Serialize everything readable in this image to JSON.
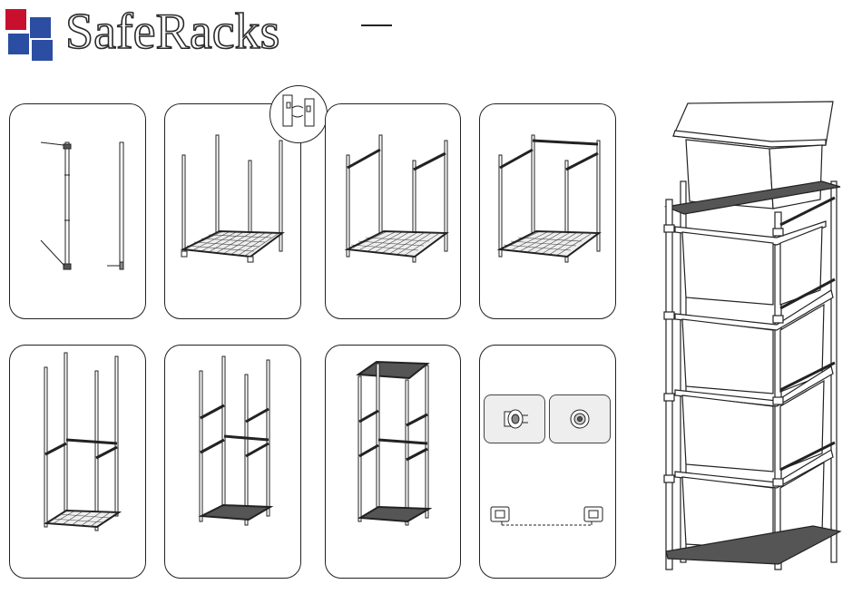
{
  "header": {
    "brand_name": "SafeRacks",
    "logo_colors": {
      "red": "#c8102e",
      "blue": "#2b4ea2"
    }
  },
  "steps": [
    {
      "id": 1,
      "content": "post-and-foot-parts"
    },
    {
      "id": 2,
      "content": "shelf-with-four-posts",
      "inset": "sleeve-clip-detail"
    },
    {
      "id": 3,
      "content": "attach-side-rails"
    },
    {
      "id": 4,
      "content": "attach-top-rails"
    },
    {
      "id": 5,
      "content": "extend-posts"
    },
    {
      "id": 6,
      "content": "add-middle-rails"
    },
    {
      "id": 7,
      "content": "add-top-shelf"
    },
    {
      "id": 8,
      "content": "leveling-feet-and-wall-brackets"
    }
  ],
  "hero": {
    "content": "assembled-rack-with-totes"
  }
}
